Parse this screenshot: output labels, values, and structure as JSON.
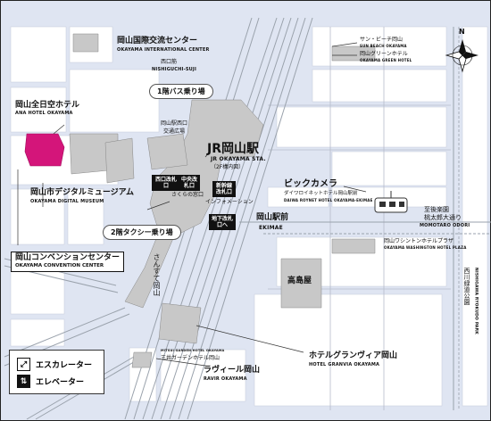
{
  "map": {
    "north_marker": "N",
    "colors": {
      "water": "#dfe5f2",
      "block": "#ffffff",
      "building": "#c8c8c8",
      "highlight": "#d4157a",
      "rail": "#9aa2ac"
    },
    "international_center": {
      "ja": "岡山国際交流センター",
      "en": "OKAYAMA INTERNATIONAL CENTER"
    },
    "nishiguchi": {
      "ja": "西口筋",
      "en": "NISHIGUCHI-SUJI"
    },
    "ana_hotel": {
      "ja": "岡山全日空ホテル",
      "en": "ANA HOTEL OKAYAMA"
    },
    "bus_stop": "1階バス乗り場",
    "west_exit": {
      "line1": "岡山駅西口",
      "line2": "交通広場"
    },
    "jr_station": {
      "ja": "JR岡山駅",
      "en": "JR OKAYAMA STA.",
      "note": "（2F構内図）"
    },
    "digital_museum": {
      "ja": "岡山市デジタルミュージアム",
      "en": "OKAYAMA DIGITAL MUSEUM"
    },
    "west_gate": "西口改札口",
    "central_gate": "中央改札口",
    "shinkansen_gate": "新幹線改札口",
    "sakura_gate": "さくらの窓口",
    "information": "インフォメーション",
    "underground_gate": "地下改札口へ",
    "taxi_stop": "2階タクシー乗り場",
    "convention_center": {
      "ja": "岡山コンベンションセンター",
      "en": "OKAYAMA CONVENTION CENTER"
    },
    "sanste": "さんすて岡山",
    "bic_camera": "ビックカメラ",
    "daiwa_roynet": {
      "ja": "ダイワロイネットホテル岡山駅前",
      "en": "DAIWA ROYNET HOTEL OKAYAMA-EKIMAE"
    },
    "ekimae": {
      "ja": "岡山駅前",
      "en": "EKIMAE"
    },
    "momotaro_odori": {
      "ja1": "至後楽園",
      "ja2": "桃太郎大通り",
      "en": "MOMOTARO ODORI"
    },
    "sun_building": {
      "ja": "サン・ビーチ岡山",
      "en": "SUN BEACH OKAYAMA"
    },
    "green_hotel": {
      "ja": "岡山グリーンホテル",
      "en": "OKAYAMA GREEN HOTEL"
    },
    "washington": {
      "ja": "岡山ワシントンホテルプラザ",
      "en": "OKAYAMA WASHINGTON HOTEL PLAZA"
    },
    "takashimaya": "高島屋",
    "nishigawa": {
      "ja": "西川緑道公園",
      "en": "NISHIGAWA RYOKUDO PARK"
    },
    "granvia": {
      "ja": "ホテルグランヴィア岡山",
      "en": "HOTEL GRANVIA OKAYAMA"
    },
    "mitsui": {
      "ja": "三井ガーデンホテル岡山",
      "en": "MITSUI GARDEN HOTEL OKAYAMA"
    },
    "ravir": {
      "ja": "ラヴィール岡山",
      "en": "RAVIR OKAYAMA"
    }
  },
  "legend": {
    "escalator": "エスカレーター",
    "elevator": "エレベーター",
    "escalator_icon": "escalator-icon",
    "elevator_icon": "elevator-icon"
  }
}
